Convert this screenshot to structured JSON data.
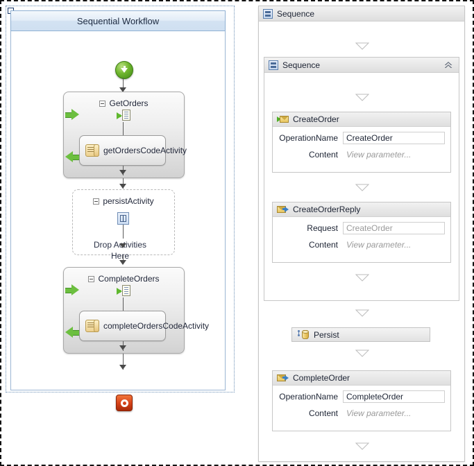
{
  "left_panel": {
    "title": "Sequential Workflow",
    "start_node": "start-icon",
    "stop_node": "stop-icon",
    "activities": [
      {
        "name": "GetOrders",
        "icon": "receive-icon",
        "child": {
          "name": "getOrdersCodeActivity",
          "icon": "code-scroll-icon"
        }
      },
      {
        "name": "persistActivity",
        "icon": "persist-icon",
        "drop_hint_line1": "Drop Activities",
        "drop_hint_line2": "Here"
      },
      {
        "name": "CompleteOrders",
        "icon": "receive-icon",
        "child": {
          "name": "completeOrdersCodeActivity",
          "icon": "code-scroll-icon"
        }
      }
    ]
  },
  "right_panel": {
    "outer_sequence": {
      "label": "Sequence",
      "icon": "sequence-icon"
    },
    "inner_sequence": {
      "label": "Sequence",
      "icon": "sequence-icon",
      "collapse": "collapse-chevron-icon"
    },
    "activities": [
      {
        "label": "CreateOrder",
        "icon": "receive-message-icon",
        "fields": [
          {
            "label": "OperationName",
            "value": "CreateOrder",
            "type": "textbox",
            "muted": false
          },
          {
            "label": "Content",
            "value": "View parameter...",
            "type": "link",
            "muted": true
          }
        ]
      },
      {
        "label": "CreateOrderReply",
        "icon": "send-reply-icon",
        "fields": [
          {
            "label": "Request",
            "value": "CreateOrder",
            "type": "textbox",
            "muted": true
          },
          {
            "label": "Content",
            "value": "View parameter...",
            "type": "link",
            "muted": true
          }
        ]
      },
      {
        "label": "Persist",
        "icon": "persist-db-icon",
        "fields": []
      },
      {
        "label": "CompleteOrder",
        "icon": "send-reply-icon",
        "fields": [
          {
            "label": "OperationName",
            "value": "CompleteOrder",
            "type": "textbox",
            "muted": false
          },
          {
            "label": "Content",
            "value": "View parameter...",
            "type": "link",
            "muted": true
          }
        ]
      }
    ],
    "drop_indicator": "drop-triangle-icon"
  },
  "colors": {
    "accent_header": "#d3e2f2",
    "panel_border": "#c6c6c6",
    "start_green": "#6fb52e",
    "stop_red": "#d8441a",
    "bookmark_green": "#6cbf3f",
    "muted_text": "#9a9a9a"
  }
}
